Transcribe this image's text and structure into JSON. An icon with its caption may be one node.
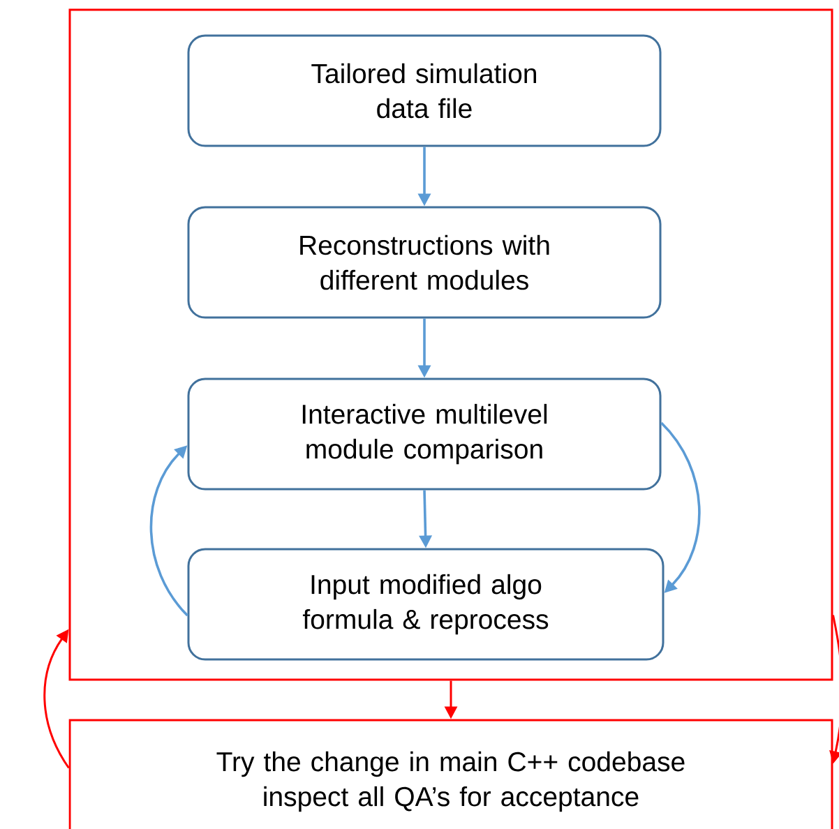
{
  "diagram": {
    "nodes": [
      {
        "text": [],
        "shape": "box"
      },
      {
        "text": [
          "Tailored simulation data file"
        ],
        "in": 0
      },
      {
        "text": [
          "Reconstructions with different modules"
        ],
        "in": 0
      },
      {
        "text": [
          "Interactive multilevel module comparison"
        ],
        "in": 0
      },
      {
        "text": [
          "Input modified algo formula & reprocess"
        ],
        "in": 0
      },
      {
        "text": [
          "Try the change in main C++ codebase inspect all QA’s for acceptance"
        ]
      }
    ],
    "edges": [
      {
        "from": 1,
        "to": 2,
        "arrow": "to"
      },
      {
        "from": 2,
        "to": 3,
        "arrow": "to"
      },
      {
        "from": 3,
        "to": 4,
        "arrow": "to"
      },
      {
        "from": 4,
        "to": 3,
        "arrow": "to"
      },
      {
        "from": 3,
        "to": 4,
        "arrow": "to"
      },
      {
        "from": 0,
        "to": 5,
        "arrow": "to",
        "color": "#ff0000"
      },
      {
        "from": 5,
        "to": 0,
        "arrow": "to",
        "color": "#ff0000"
      },
      {
        "from": 0,
        "to": 5,
        "arrow": "to",
        "color": "#ff0000"
      }
    ]
  }
}
